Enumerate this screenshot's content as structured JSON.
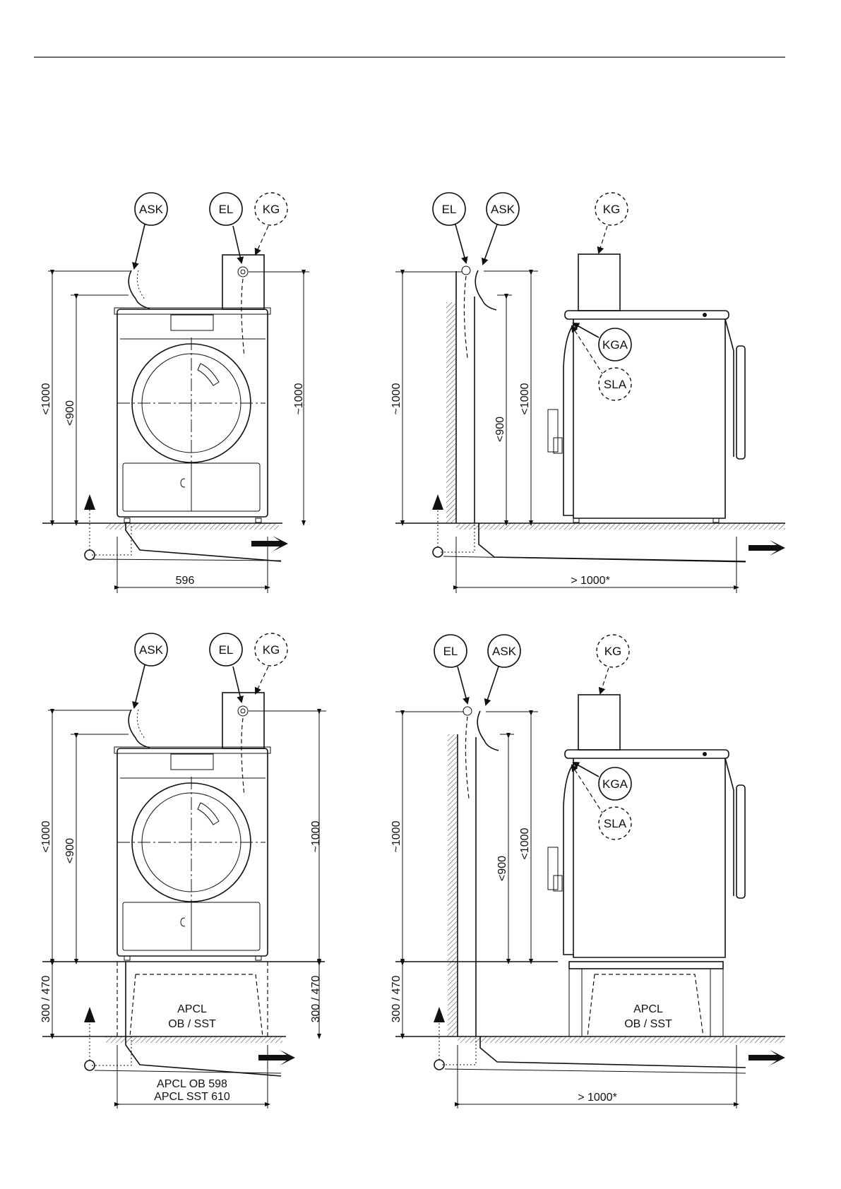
{
  "labels": {
    "ask": "ASK",
    "el": "EL",
    "kg": "KG",
    "kga": "KGA",
    "sla": "SLA"
  },
  "dimensions": {
    "max_1000": "<1000",
    "max_900": "<900",
    "approx_1000": "~1000",
    "width_596": "596",
    "depth_1000": "> 1000*",
    "pedestal_height": "300 / 470",
    "apcl_ob_598": "APCL OB 598",
    "apcl_sst_610": "APCL SST 610"
  },
  "pedestal": {
    "line1": "APCL",
    "line2": "OB / SST"
  }
}
